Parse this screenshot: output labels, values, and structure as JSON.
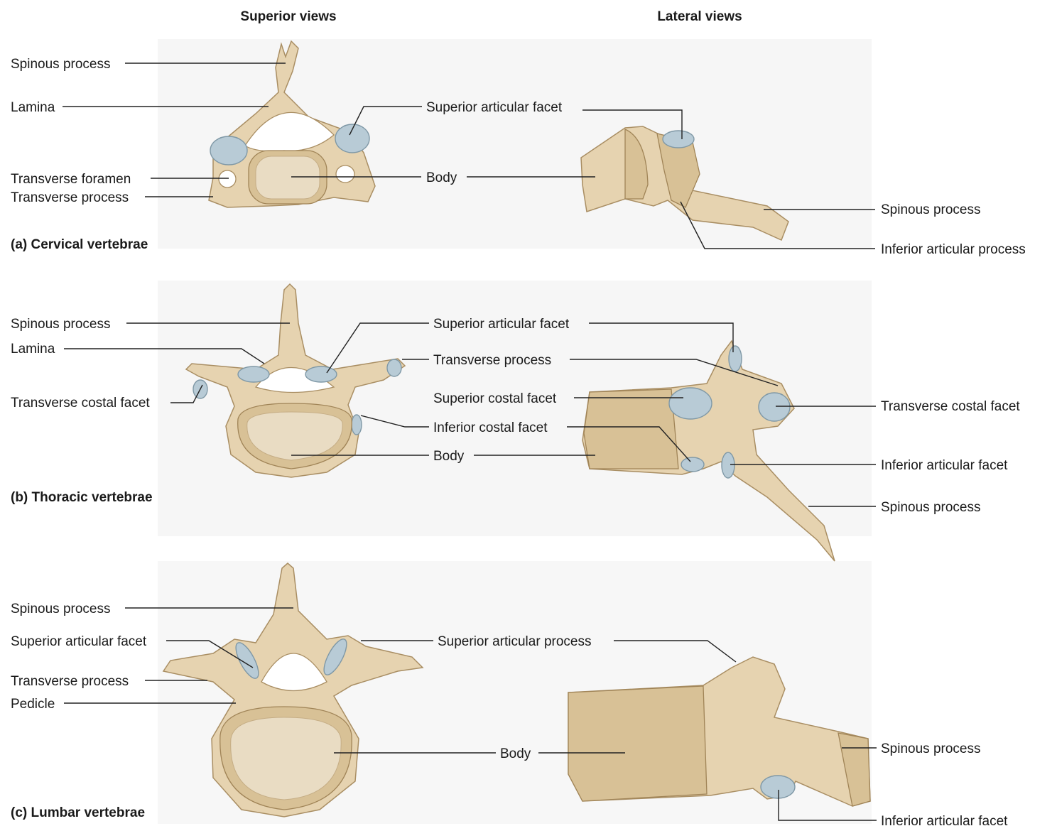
{
  "headers": {
    "superior": "Superior views",
    "lateral": "Lateral views"
  },
  "sections": {
    "cervical": "(a) Cervical vertebrae",
    "thoracic": "(b) Thoracic vertebrae",
    "lumbar": "(c) Lumbar vertebrae"
  },
  "cervical": {
    "sup_spinous": "Spinous process",
    "sup_lamina": "Lamina",
    "sup_foramen": "Transverse foramen",
    "sup_transverse": "Transverse process",
    "sup_facet": "Superior articular facet",
    "body": "Body",
    "lat_spinous": "Spinous process",
    "lat_inferior": "Inferior articular process"
  },
  "thoracic": {
    "sup_spinous": "Spinous process",
    "sup_lamina": "Lamina",
    "sup_tcf": "Transverse costal facet",
    "sup_facet": "Superior articular facet",
    "transverse": "Transverse process",
    "sup_costal": "Superior costal facet",
    "inf_costal": "Inferior costal facet",
    "body": "Body",
    "lat_tcf": "Transverse costal facet",
    "lat_inf_facet": "Inferior articular facet",
    "lat_spinous": "Spinous process"
  },
  "lumbar": {
    "sup_spinous": "Spinous process",
    "sup_facet": "Superior articular facet",
    "sup_transverse": "Transverse process",
    "pedicle": "Pedicle",
    "sup_art_process": "Superior articular process",
    "body": "Body",
    "lat_spinous": "Spinous process",
    "lat_inf_facet": "Inferior articular facet"
  },
  "colors": {
    "bone": "#e6d3b0",
    "cartilage": "#b8cbd6",
    "panel": "#f6f6f6"
  }
}
